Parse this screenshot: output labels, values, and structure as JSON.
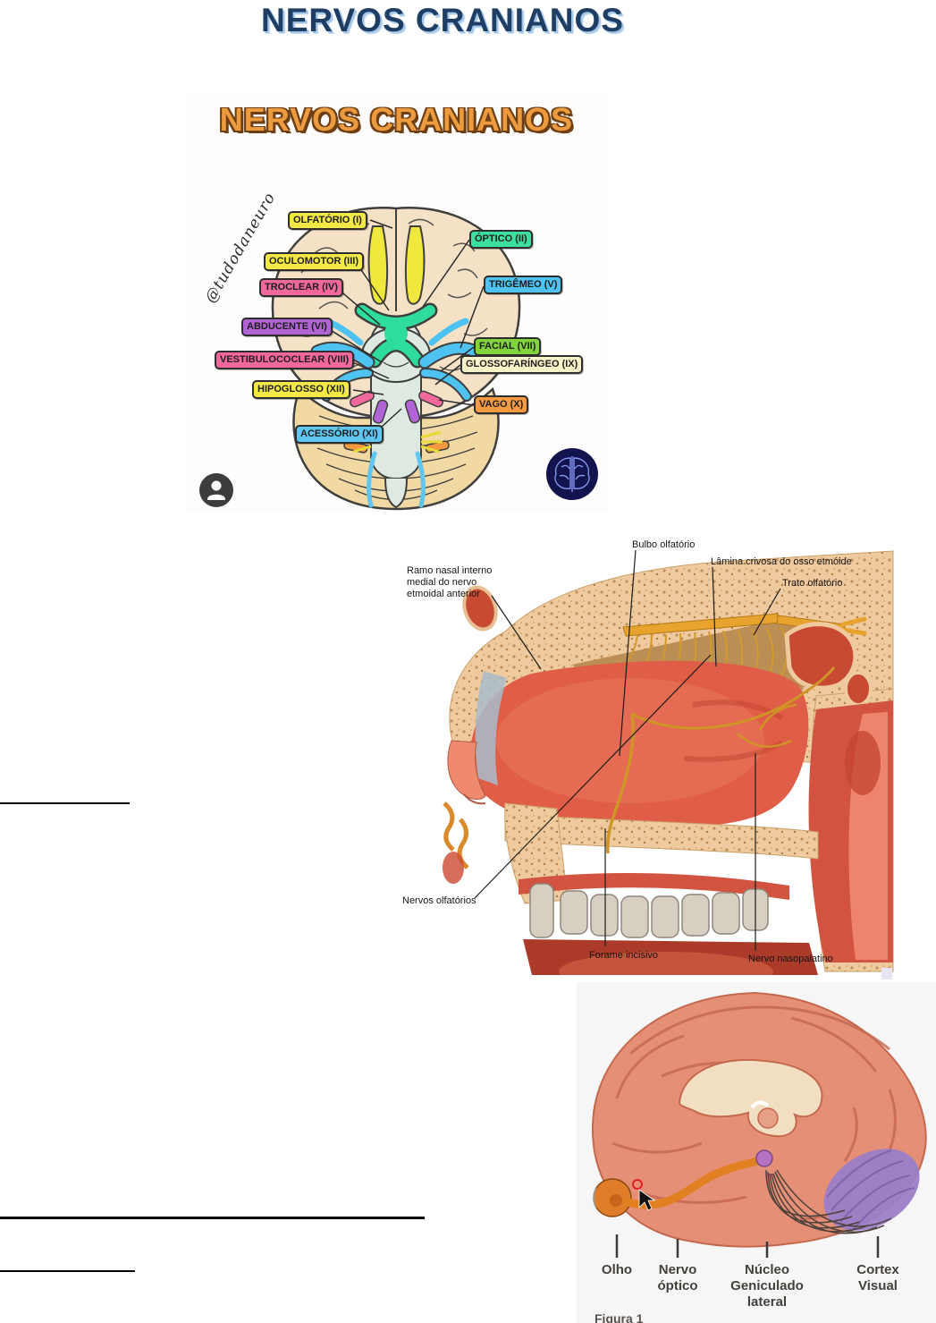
{
  "page": {
    "title": "NERVOS CRANIANOS"
  },
  "poster": {
    "title": "NERVOS CRANIANOS",
    "watermark": "@tudodaneuro",
    "nerve_labels": [
      {
        "text": "OLFATÓRIO (I)",
        "color": "#f3e845"
      },
      {
        "text": "ÓPTICO (II)",
        "color": "#3ddf9e"
      },
      {
        "text": "OCULOMOTOR (III)",
        "color": "#f3e845"
      },
      {
        "text": "TROCLEAR (IV)",
        "color": "#f2679c"
      },
      {
        "text": "TRIGÊMEO (V)",
        "color": "#4ec2f0"
      },
      {
        "text": "ABDUCENTE (VI)",
        "color": "#b164d4"
      },
      {
        "text": "FACIAL (VII)",
        "color": "#82d33e"
      },
      {
        "text": "VESTIBULOCOCLEAR (VIII)",
        "color": "#f2679c"
      },
      {
        "text": "GLOSSOFARÍNGEO (IX)",
        "color": "#f8f3c8"
      },
      {
        "text": "VAGO (X)",
        "color": "#f59a40"
      },
      {
        "text": "ACESSÓRIO (XI)",
        "color": "#5fc6f2"
      },
      {
        "text": "HIPOGLOSSO (XII)",
        "color": "#f3e845"
      }
    ],
    "icons": {
      "profile": "person-avatar-icon",
      "brand": "brain-logo-icon"
    }
  },
  "nasal_figure": {
    "labels": {
      "ramo": [
        "Ramo nasal interno",
        "medial do nervo",
        "etmoidal anterior"
      ],
      "bulbo": "Bulbo olfatório",
      "lamina": "Lâmina crivosa do osso etmóide",
      "trato": "Trato olfatório",
      "nervos": "Nervos olfatórios",
      "forame": "Forame incisivo",
      "nasopalatino": "Nervo nasopalatino"
    }
  },
  "visual_figure": {
    "labels": {
      "olho": "Olho",
      "nervo": [
        "Nervo",
        "óptico"
      ],
      "nucleo": [
        "Núcleo",
        "Geniculado",
        "lateral"
      ],
      "cortex": [
        "Cortex",
        "Visual"
      ]
    },
    "caption": "Figura 1",
    "icons": {
      "cursor": "red-cursor-pointer-icon"
    }
  },
  "colors": {
    "page_title": "#1f3e63",
    "page_title_shadow": "#a3c6e8",
    "poster_title_orange": "#ed9b3f",
    "optic_nerve_orange": "#e08020",
    "lgn_purple": "#b572c2",
    "visual_cortex_purple": "#9b7ec8",
    "brain_tan": "#f5e2c6",
    "cavity_red": "#e05d47"
  }
}
